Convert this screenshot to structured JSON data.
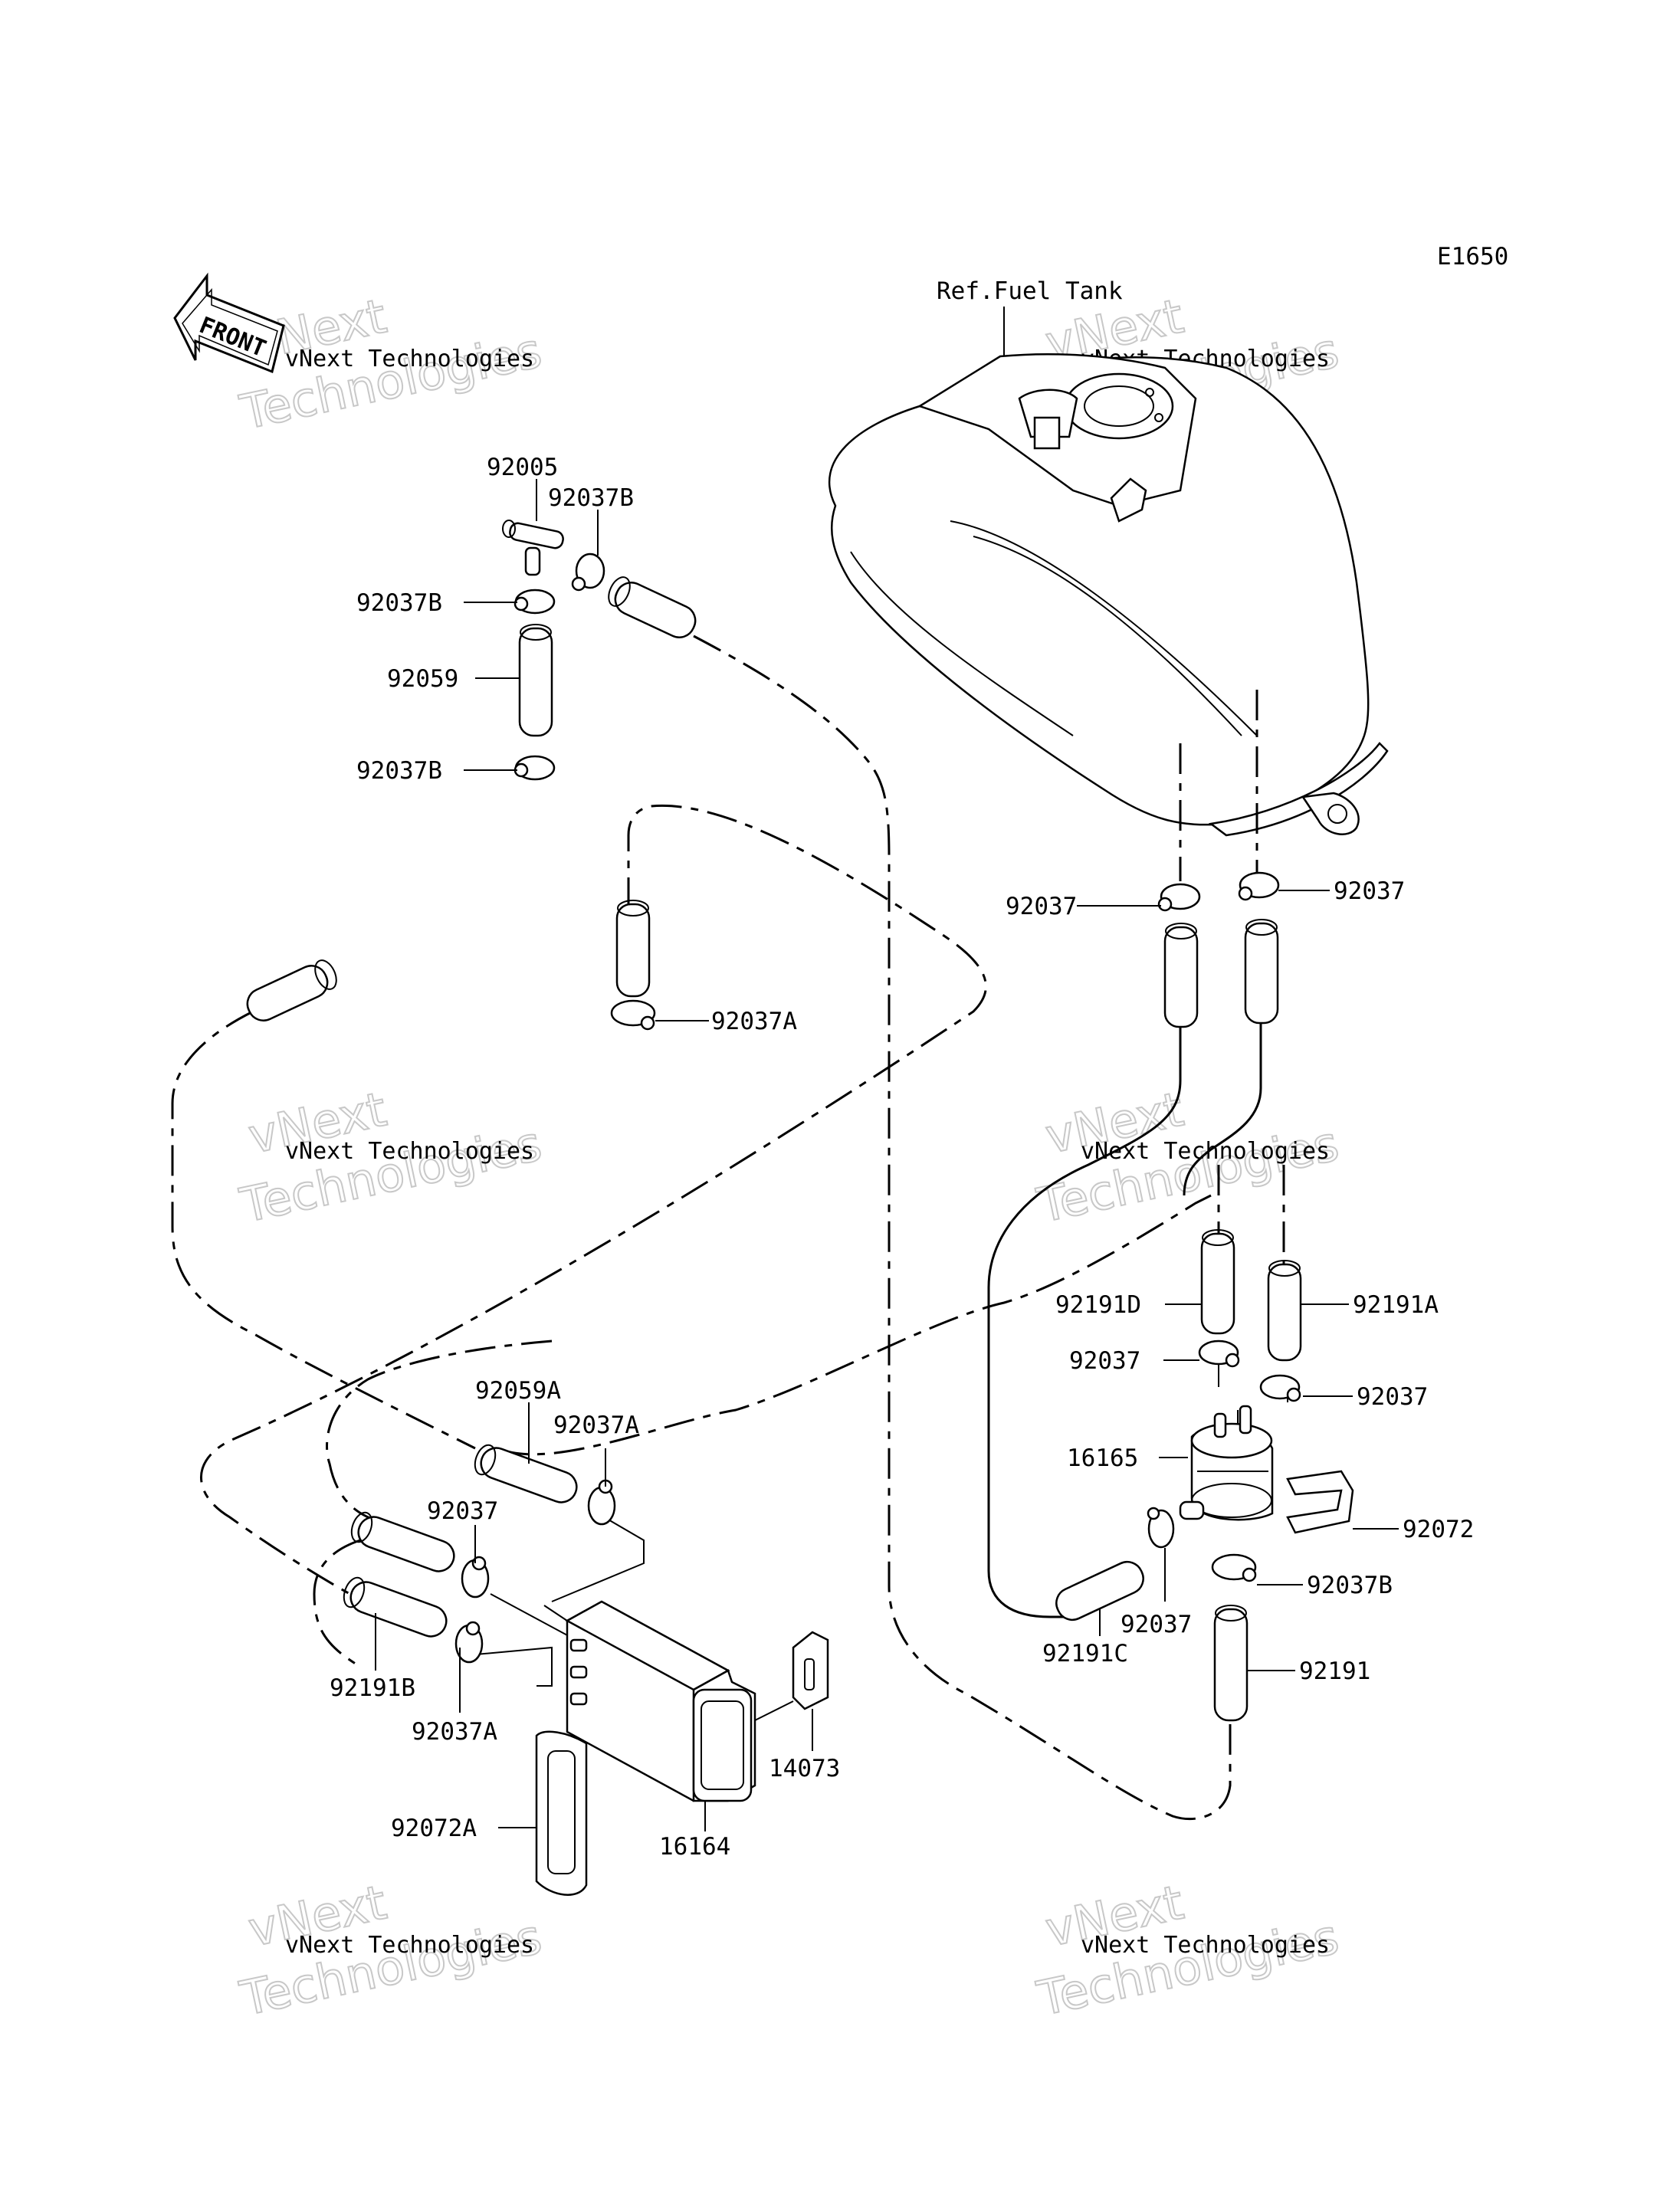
{
  "diagram": {
    "code": "E1650",
    "ref_label": "Ref.Fuel Tank",
    "front_label": "FRONT"
  },
  "watermark": {
    "line1": "vNext Technologies",
    "line2": "vNext",
    "line3": "Technologies"
  },
  "parts": {
    "p92005": "92005",
    "p92037B_top": "92037B",
    "p92037B_left1": "92037B",
    "p92059": "92059",
    "p92037B_left2": "92037B",
    "p92037A_mid": "92037A",
    "p92037_tank_l": "92037",
    "p92037_tank_r": "92037",
    "p92191D": "92191D",
    "p92191A": "92191A",
    "p92037_f1": "92037",
    "p92037_f2": "92037",
    "p16165": "16165",
    "p92072": "92072",
    "p92037B_f": "92037B",
    "p92037_f3": "92037",
    "p92191C": "92191C",
    "p92191": "92191",
    "p92059A": "92059A",
    "p92037A_c1": "92037A",
    "p92037_c": "92037",
    "p92191B": "92191B",
    "p92037A_c2": "92037A",
    "p14073": "14073",
    "p16164": "16164",
    "p92072A": "92072A"
  }
}
